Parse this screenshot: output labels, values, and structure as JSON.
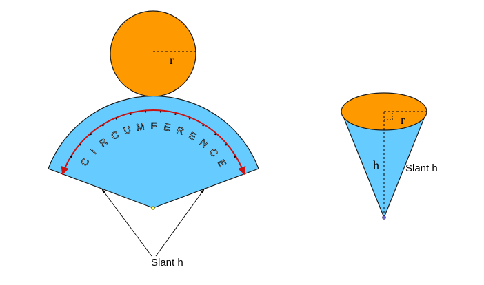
{
  "colors": {
    "base_fill": "#ff9900",
    "lateral_fill": "#66ccff",
    "outline": "#1a1a1a",
    "arc_arrow": "#cc1111",
    "apex_dot": "#ffff66",
    "cone_apex_dot": "#6666cc"
  },
  "net": {
    "circle_radius_label": "r",
    "circumference_letters": [
      "C",
      "I",
      "R",
      "C",
      "U",
      "M",
      "F",
      "E",
      "R",
      "E",
      "N",
      "C",
      "E"
    ],
    "slant_label": "Slant h"
  },
  "cone": {
    "radius_label": "r",
    "height_label": "h",
    "slant_label": "Slant h"
  }
}
